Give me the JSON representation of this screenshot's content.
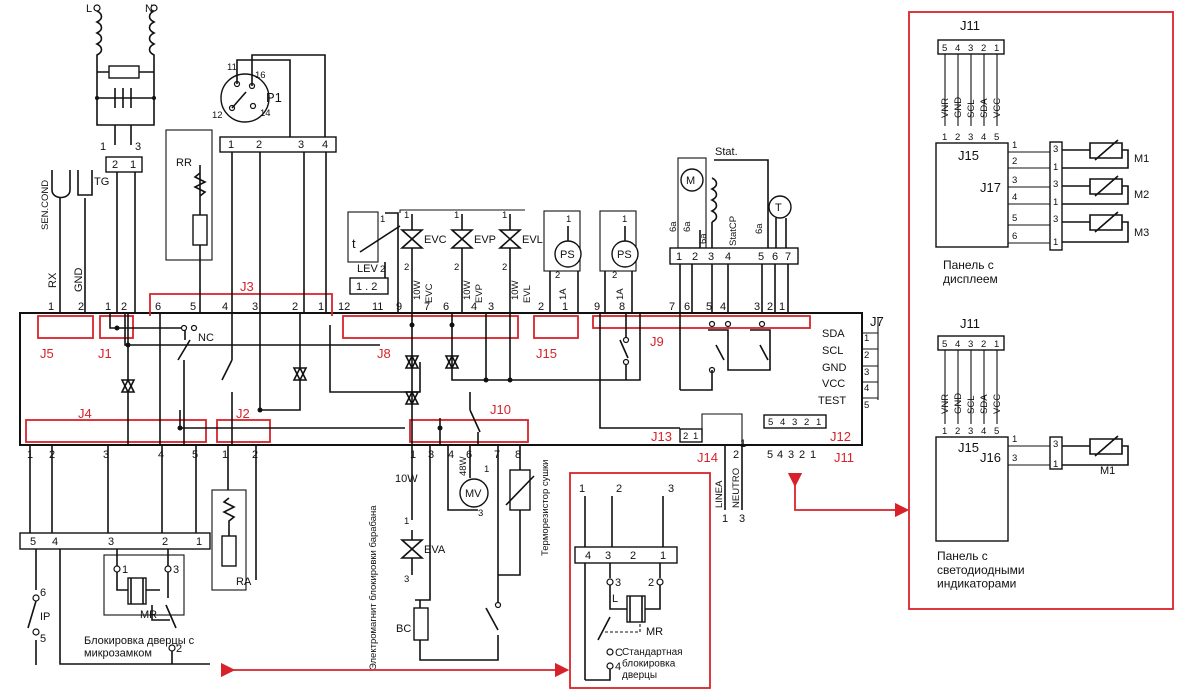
{
  "mains": {
    "l": "L",
    "n": "N"
  },
  "tg": {
    "pin1": "1",
    "pin3": "3",
    "label": "TG",
    "block_pins": [
      "2",
      "1"
    ]
  },
  "p1": {
    "label": "P1",
    "pins": [
      "11",
      "16",
      "12",
      "14"
    ],
    "block_pins": [
      "1",
      "2",
      "3",
      "4"
    ]
  },
  "sensors": {
    "sen_cond": "SEN.COND",
    "rx": "RX",
    "gnd": "GND"
  },
  "rr": {
    "label": "RR"
  },
  "lev": {
    "label": "LEV",
    "t": "t",
    "p1": "1",
    "p2": "2",
    "block": "1 . 2"
  },
  "valves": [
    {
      "name": "EVC",
      "top": "1",
      "bottom": "2",
      "rating": "10W"
    },
    {
      "name": "EVP",
      "top": "1",
      "bottom": "2",
      "rating": "10W"
    },
    {
      "name": "EVL",
      "top": "1",
      "bottom": "2",
      "rating": "10W"
    }
  ],
  "pressure_switches": [
    {
      "label": "PS",
      "top": "1",
      "bottom": "2",
      "rating": "1A"
    },
    {
      "label": "PS",
      "top": "1",
      "bottom": "2",
      "rating": "1A"
    }
  ],
  "motor_block": {
    "m": "M",
    "stat": "Stat.",
    "statcp": "StatCP",
    "t": "T",
    "ratings": [
      "6a",
      "6a",
      "6a",
      "6a"
    ],
    "pins": [
      "1",
      "2",
      "3",
      "4",
      "5",
      "6",
      "7"
    ]
  },
  "board_top_pins": {
    "j5": [
      "1",
      "2"
    ],
    "j1": [
      "1",
      "2"
    ],
    "j3": [
      "6",
      "5",
      "4",
      "3",
      "2",
      "1"
    ],
    "j8": [
      "12",
      "11",
      "9",
      "7",
      "6",
      "4",
      "3"
    ],
    "j15": [
      "2",
      "1"
    ],
    "j9": [
      "9",
      "8",
      "7",
      "6",
      "5",
      "4",
      "3",
      "2",
      "1"
    ]
  },
  "connector_labels": {
    "j5": "J5",
    "j1": "J1",
    "j3": "J3",
    "j8": "J8",
    "j15": "J15",
    "j9": "J9",
    "j4": "J4",
    "j2": "J2",
    "j10": "J10",
    "j13": "J13",
    "j14": "J14",
    "j12": "J12",
    "j11": "J11",
    "j7": "J7"
  },
  "nc": "NC",
  "j7_signals": [
    "SDA",
    "SCL",
    "GND",
    "VCC",
    "TEST"
  ],
  "j7_pins": [
    "1",
    "2",
    "3",
    "4",
    "5"
  ],
  "board_bottom_pins": {
    "j4": [
      "1",
      "2",
      "3",
      "4",
      "5"
    ],
    "j2": [
      "1",
      "2"
    ],
    "j10": [
      "1",
      "3",
      "4",
      "6",
      "7",
      "8"
    ],
    "j13": [
      "2",
      "1"
    ],
    "j14": [
      "2",
      "1"
    ],
    "j12": [
      "5",
      "4",
      "3",
      "2",
      "1"
    ],
    "j11": [
      "5",
      "4",
      "3",
      "2",
      "1"
    ]
  },
  "linea": {
    "linea": "LINEA",
    "neutro": "NEUTRO",
    "p1": "1",
    "p3": "3"
  },
  "j4_block_pins": [
    "5",
    "4",
    "3",
    "2",
    "1"
  ],
  "ip": {
    "label": "IP",
    "p6": "6",
    "p5": "5"
  },
  "mr": {
    "label": "MR",
    "p1": "1",
    "p2": "2",
    "p3": "3"
  },
  "ra": {
    "label": "RA"
  },
  "door_lock_micro": "Блокировка дверцы с микрозамком",
  "eva": {
    "label": "EVA",
    "rating": "10W",
    "top": "1",
    "bottom": "3"
  },
  "mv": {
    "label": "MV",
    "rating": "48W",
    "top": "1",
    "bottom": "3"
  },
  "thermistor": "Терморезистор сушки",
  "drum_magnet": "Электромагнит блокировки барабана",
  "bc": "BC",
  "std_lock": {
    "top_pins": [
      "1",
      "2",
      "3"
    ],
    "block_pins": [
      "4",
      "3",
      "2",
      "1"
    ],
    "l": "L",
    "c": "C",
    "mr": "MR",
    "p3": "3",
    "p2": "2",
    "p4": "4",
    "caption": "Стандартная блокировка дверцы"
  },
  "display_panel": {
    "j11": "J11",
    "j11_pins": [
      "5",
      "4",
      "3",
      "2",
      "1"
    ],
    "signals": [
      "VNR",
      "GND",
      "SCL",
      "SDA",
      "VCC"
    ],
    "j15_pins": [
      "1",
      "2",
      "3",
      "4",
      "5"
    ],
    "j15": "J15",
    "j17": "J17",
    "j17_pins": [
      "1",
      "2",
      "3",
      "4",
      "5",
      "6"
    ],
    "motors": [
      "M1",
      "M2",
      "M3"
    ],
    "caption": "Панель с дисплеем"
  },
  "led_panel": {
    "j11": "J11",
    "j11_pins": [
      "5",
      "4",
      "3",
      "2",
      "1"
    ],
    "signals": [
      "VNR",
      "GND",
      "SCL",
      "SDA",
      "VCC"
    ],
    "j15_pins": [
      "1",
      "2",
      "3",
      "4",
      "5"
    ],
    "j15": "J15",
    "j16": "J16",
    "j16_pins": [
      "1",
      "3"
    ],
    "motor": "M1",
    "caption": "Панель с светодиодными индикаторами"
  },
  "colors": {
    "wire": "#111111",
    "highlight": "#d8222a"
  }
}
